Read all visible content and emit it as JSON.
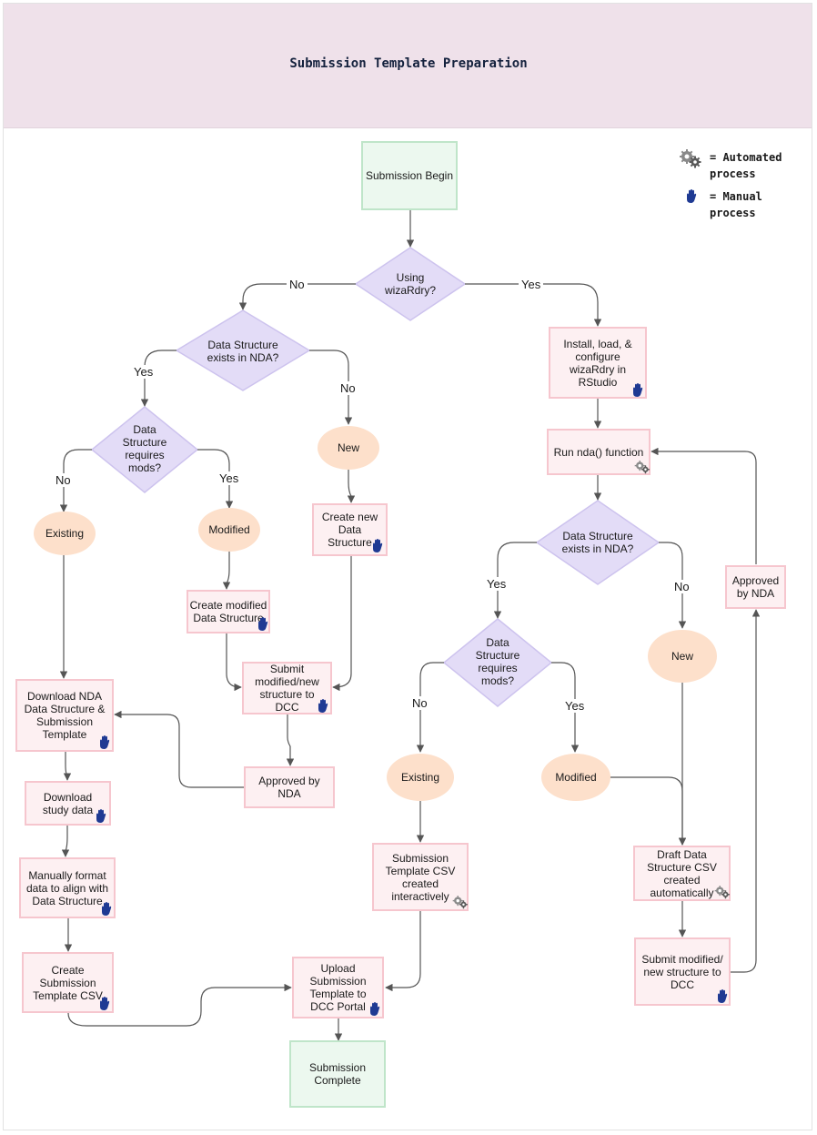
{
  "title": "Submission Template Preparation",
  "legend": {
    "automated": "= Automated process",
    "manual": "= Manual process",
    "automated_icon": "gears-icon",
    "manual_icon": "hand-icon"
  },
  "colors": {
    "decision_fill": "#e3dcf7",
    "decision_stroke": "#cdc3ee",
    "process_fill": "#fdf0f2",
    "process_stroke": "#f6c6ce",
    "terminal_fill": "#ecf8ef",
    "oval_fill": "#fde0cb",
    "connector": "#555555",
    "manual_icon": "#1f3a93",
    "automated_icon": "#8a8a8a"
  },
  "nodes": {
    "submission_begin": "Submission Begin",
    "using_wizardry": "Using wizaRdry?",
    "ds_exists_left": "Data Structure exists in NDA?",
    "ds_requires_mods_left": "Data Structure requires mods?",
    "existing_left": "Existing",
    "modified_left": "Modified",
    "new_left": "New",
    "create_new_ds": "Create new Data Structure",
    "create_modified_ds": "Create modified Data Structure",
    "submit_to_dcc_left": "Submit modified/new structure to DCC",
    "approved_by_nda_left": "Approved by NDA",
    "download_nda_ds": "Download NDA Data Structure & Submission Template",
    "download_study_data": "Download study data",
    "manually_format": "Manually format data to align with Data Structure",
    "create_submission_csv": "Create Submission Template CSV",
    "upload_template": "Upload Submission Template to DCC Portal",
    "submission_complete": "Submission Complete",
    "install_wizardry": "Install, load, & configure wizaRdry in RStudio",
    "run_nda": "Run nda() function",
    "ds_exists_right": "Data Structure exists in NDA?",
    "ds_requires_mods_right": "Data Structure requires mods?",
    "existing_right": "Existing",
    "modified_right": "Modified",
    "new_right": "New",
    "submission_csv_interactive": "Submission Template CSV created interactively",
    "draft_ds_csv": "Draft Data Structure CSV created automatically",
    "submit_to_dcc_right": "Submit modified/ new structure to DCC",
    "approved_by_nda_right": "Approved by NDA"
  },
  "edges": {
    "no_top": "No",
    "yes_top": "Yes",
    "yes_exists_left": "Yes",
    "no_exists_left": "No",
    "no_mods_left": "No",
    "yes_mods_left": "Yes",
    "yes_exists_right": "Yes",
    "no_exists_right": "No",
    "no_mods_right": "No",
    "yes_mods_right": "Yes"
  }
}
